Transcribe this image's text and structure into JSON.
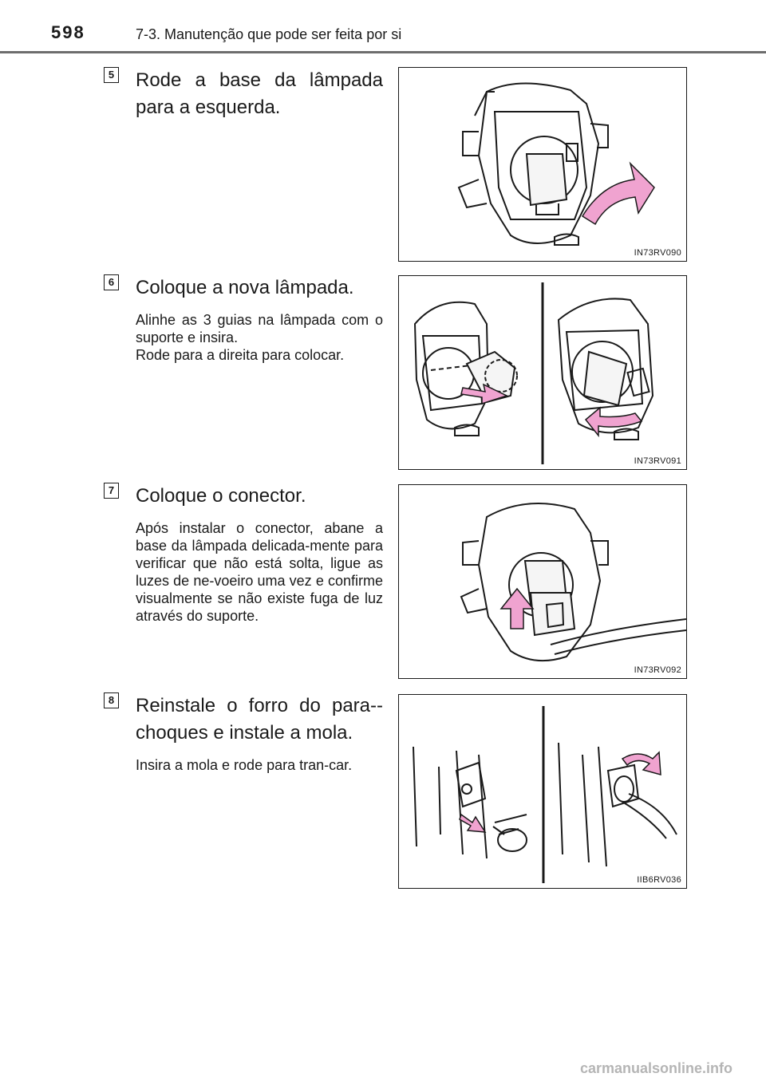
{
  "header": {
    "page_number": "598",
    "section": "7-3. Manutenção que pode ser feita por si"
  },
  "steps": [
    {
      "number": "5",
      "title": "Rode a base da lâmpada para a esquerda.",
      "description": [],
      "figure_code": "IN73RV090"
    },
    {
      "number": "6",
      "title": "Coloque a nova lâmpada.",
      "description": [
        "Alinhe as 3 guias na lâmpada com o suporte e insira.",
        "Rode para a direita para colocar."
      ],
      "figure_code": "IN73RV091"
    },
    {
      "number": "7",
      "title": "Coloque o conector.",
      "description": [
        "Após instalar o conector, abane a base da lâmpada delicada-mente para verificar que não está solta, ligue as luzes de ne-voeiro uma vez e confirme visualmente se não existe fuga de luz através do suporte."
      ],
      "figure_code": "IN73RV092"
    },
    {
      "number": "8",
      "title": "Reinstale o forro do para--choques e instale a mola.",
      "description": [
        "Insira a mola e rode para tran-car."
      ],
      "figure_code": "IIB6RV036"
    }
  ],
  "footer": {
    "watermark": "carmanualsonline.info"
  },
  "colors": {
    "arrow": "#f0a3d0",
    "line": "#1a1a1a",
    "rule": "#6d6d6d"
  }
}
